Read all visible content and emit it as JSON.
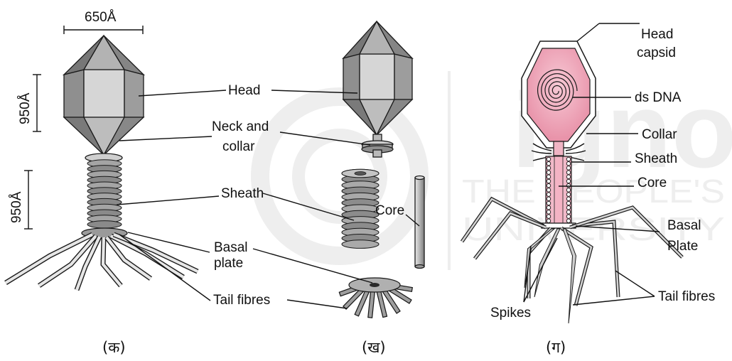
{
  "watermark": {
    "brand": "ignou",
    "line1": "THE PEOPLE'S",
    "line2": "UNIVERSITY"
  },
  "panel_a": {
    "caption": "(क)",
    "width_label": "650Å",
    "head_height_label": "950Å",
    "tail_height_label": "950Å"
  },
  "panel_b": {
    "caption": "(ख)",
    "labels": {
      "head": "Head",
      "neck1": "Neck and",
      "neck2": "collar",
      "sheath": "Sheath",
      "core": "Core",
      "basal1": "Basal",
      "basal2": "plate",
      "tail": "Tail fibres"
    }
  },
  "panel_c": {
    "caption": "(ग)",
    "labels": {
      "head1": "Head",
      "head2": "capsid",
      "dna": "ds DNA",
      "collar": "Collar",
      "sheath": "Sheath",
      "core": "Core",
      "basal1": "Basal",
      "basal2": "Plate",
      "spikes": "Spikes",
      "tail": "Tail fibres"
    }
  },
  "colors": {
    "head_front": "#d6d6d6",
    "head_side": "#8f8f8f",
    "head_top": "#aaaaaa",
    "capsid_pink": "#f2b8c8",
    "capsid_dark": "#e596ab"
  }
}
